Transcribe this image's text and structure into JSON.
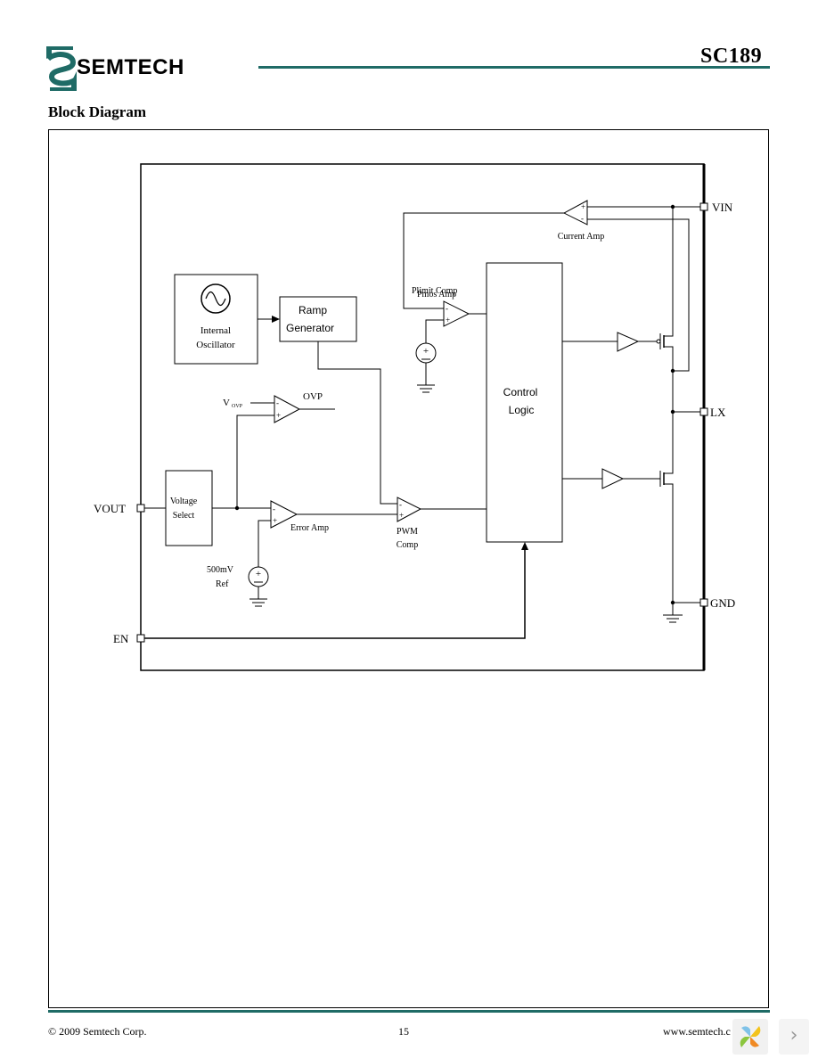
{
  "header": {
    "brand": "SEMTECH",
    "part_number": "SC189",
    "accent_color": "#1f6b66"
  },
  "section_title": "Block Diagram",
  "diagram": {
    "pins": {
      "vin": "VIN",
      "lx": "LX",
      "gnd": "GND",
      "vout": "VOUT",
      "en": "EN"
    },
    "blocks": {
      "oscillator": [
        "Internal",
        "Oscillator"
      ],
      "ramp": [
        "Ramp",
        "Generator"
      ],
      "voltage_select": [
        "Voltage",
        "Select"
      ],
      "control_logic": [
        "Control",
        "Logic"
      ]
    },
    "labels": {
      "current_amp": "Current Amp",
      "pmos_amp": "Pmos Amp",
      "limit_comp": "Plimit Comp",
      "ovp": "OVP",
      "vovp_main": "V",
      "vovp_sub": "OVP",
      "error_amp": "Error Amp",
      "pwm": "PWM",
      "comp": "Comp",
      "ref_value": "500mV",
      "ref_label": "Ref",
      "plus": "+",
      "minus": "-"
    }
  },
  "footer": {
    "copyright": "© 2009 Semtech Corp.",
    "page": "15",
    "website": "www.semtech.c"
  },
  "viewer": {
    "next_icon": "chevron-right-icon",
    "next_glyph": "›"
  }
}
